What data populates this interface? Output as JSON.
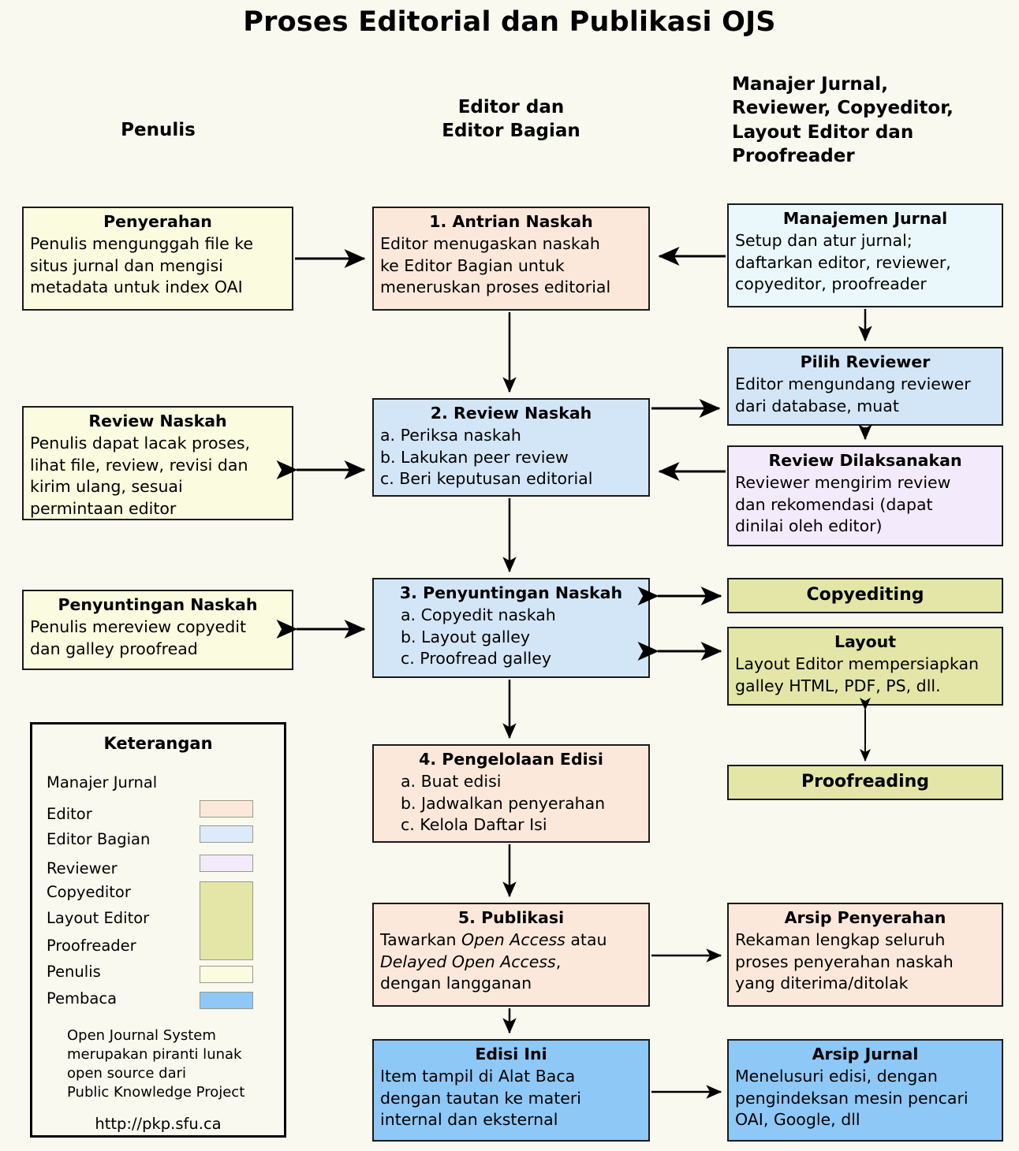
{
  "page": {
    "title": "Proses Editorial dan Publikasi OJS",
    "background": "#faf9ef"
  },
  "columns": [
    {
      "id": "penulis",
      "label": "Penulis"
    },
    {
      "id": "editor",
      "label_line1": "Editor dan",
      "label_line2": "Editor Bagian"
    },
    {
      "id": "lainnya",
      "label_line1": "Manajer Jurnal,",
      "label_line2": "Reviewer, Copyeditor,",
      "label_line3": "Layout Editor dan",
      "label_line4": "Proofreader"
    }
  ],
  "boxes": {
    "penyerahan": {
      "heading": "Penyerahan",
      "lines": [
        "Penulis mengunggah file ke",
        "situs jurnal dan mengisi",
        "metadata untuk index OAI"
      ],
      "color": "#fbfbe0"
    },
    "antrian_naskah": {
      "heading": "1. Antrian Naskah",
      "lines": [
        "Editor menugaskan naskah",
        "ke Editor Bagian untuk",
        "meneruskan proses editorial"
      ],
      "color": "#fce8da"
    },
    "manajemen_jurnal": {
      "heading": "Manajemen Jurnal",
      "lines": [
        "Setup dan atur jurnal;",
        "daftarkan editor, reviewer,",
        "copyeditor, proofreader"
      ],
      "color": "#eaf8fc"
    },
    "review_naskah_penulis": {
      "heading": "Review Naskah",
      "lines": [
        "Penulis dapat lacak proses,",
        "lihat file, review, revisi dan",
        "kirim ulang, sesuai",
        "permintaan editor"
      ],
      "color": "#fbfbe0"
    },
    "review_naskah": {
      "heading": "2. Review Naskah",
      "lines": [
        "a. Periksa naskah",
        "b. Lakukan peer review",
        "c. Beri keputusan editorial"
      ],
      "color": "#d3e6f8"
    },
    "pilih_reviewer": {
      "heading": "Pilih Reviewer",
      "lines": [
        "Editor mengundang reviewer",
        "dari database, muat"
      ],
      "color": "#d3e6f8"
    },
    "review_dilaksanakan": {
      "heading": "Review Dilaksanakan",
      "lines": [
        "Reviewer mengirim review",
        "dan rekomendasi (dapat",
        "dinilai oleh editor)"
      ],
      "color": "#f3eafb"
    },
    "penyuntingan_penulis": {
      "heading": "Penyuntingan Naskah",
      "lines": [
        "Penulis mereview copyedit",
        "dan galley proofread"
      ],
      "color": "#fbfbe0"
    },
    "penyuntingan_naskah": {
      "heading": "3. Penyuntingan Naskah",
      "lines": [
        "a. Copyedit naskah",
        "b. Layout galley",
        "c. Proofread galley"
      ],
      "color": "#d3e6f8"
    },
    "copyediting": {
      "heading": "Copyediting",
      "lines": [],
      "color": "#e4e6a8"
    },
    "layout": {
      "heading": "Layout",
      "lines": [
        "Layout Editor mempersiapkan",
        "galley HTML, PDF, PS, dll."
      ],
      "color": "#e4e6a8"
    },
    "proofreading": {
      "heading": "Proofreading",
      "lines": [],
      "color": "#e4e6a8"
    },
    "pengelolaan_edisi": {
      "heading": "4. Pengelolaan Edisi",
      "lines": [
        "a. Buat edisi",
        "b. Jadwalkan penyerahan",
        "c. Kelola Daftar Isi"
      ],
      "color": "#fce8da"
    },
    "publikasi": {
      "heading": "5. Publikasi",
      "lines_html": [
        "Tawarkan <em>Open Access</em> atau",
        "<em>Delayed Open Access</em>,",
        "dengan langganan"
      ],
      "color": "#fce8da"
    },
    "arsip_penyerahan": {
      "heading": "Arsip Penyerahan",
      "lines": [
        "Rekaman lengkap seluruh",
        "proses penyerahan naskah",
        "yang diterima/ditolak"
      ],
      "color": "#fce8da"
    },
    "edisi_ini": {
      "heading": "Edisi Ini",
      "lines": [
        "Item tampil di Alat Baca",
        "dengan tautan ke materi",
        "internal dan eksternal"
      ],
      "color": "#8ec8f6"
    },
    "arsip_jurnal": {
      "heading": "Arsip Jurnal",
      "lines": [
        "Menelusuri edisi, dengan",
        "pengindeksan mesin pencari",
        "OAI, Google, dll"
      ],
      "color": "#8ec8f6"
    }
  },
  "legend": {
    "title": "Keterangan",
    "items": [
      {
        "label": "Manajer Jurnal",
        "color": null
      },
      {
        "label": "Editor",
        "color": "#fce8da"
      },
      {
        "label": "Editor Bagian",
        "color": "#dceafa"
      },
      {
        "label": "Reviewer",
        "color": "#f3eafb"
      },
      {
        "label": "Copyeditor",
        "color": "#e4e6a8"
      },
      {
        "label": "Layout Editor",
        "color": "#e4e6a8"
      },
      {
        "label": "Proofreader",
        "color": "#e4e6a8"
      },
      {
        "label": "Penulis",
        "color": "#fbfbe0"
      },
      {
        "label": "Pembaca",
        "color": "#8ec8f6"
      }
    ],
    "note": [
      "Open Journal System",
      "merupakan piranti lunak",
      "open source dari",
      "Public Knowledge Project"
    ],
    "url": "http://pkp.sfu.ca"
  }
}
